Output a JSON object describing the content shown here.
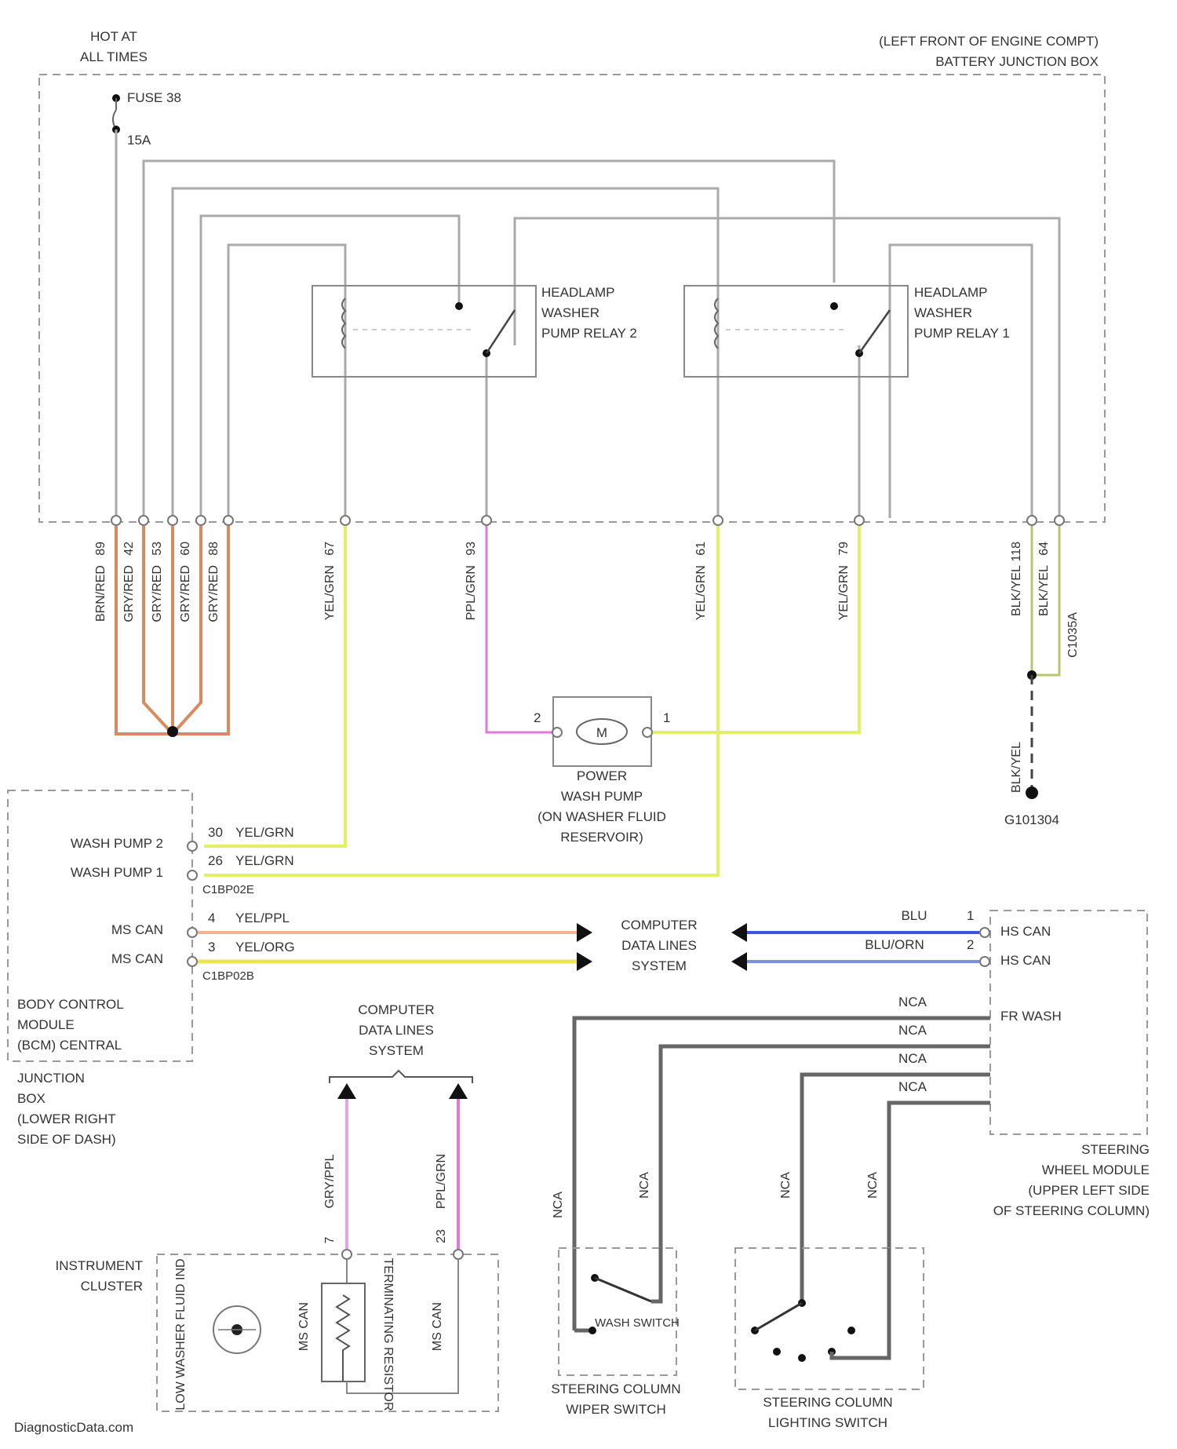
{
  "labels": {
    "hot_at": "HOT AT",
    "all_times": "ALL TIMES",
    "fuse": "FUSE 38",
    "fuse_rating": "15A",
    "bjb_line1": "(LEFT FRONT OF ENGINE COMPT)",
    "bjb_line2": "BATTERY JUNCTION BOX",
    "relay2_line1": "HEADLAMP",
    "relay2_line2": "WASHER",
    "relay2_line3": "PUMP RELAY 2",
    "relay1_line1": "HEADLAMP",
    "relay1_line2": "WASHER",
    "relay1_line3": "PUMP RELAY 1",
    "pump_line1": "POWER",
    "pump_line2": "WASH PUMP",
    "pump_line3": "(ON WASHER FLUID",
    "pump_line4": "RESERVOIR)",
    "pump_pin_left": "2",
    "pump_pin_right": "1",
    "motor": "M",
    "ground": "G101304",
    "bcm_wash2": "WASH PUMP 2",
    "bcm_wash1": "WASH PUMP 1",
    "bcm_ms1": "MS CAN",
    "bcm_ms2": "MS CAN",
    "bcm_pin_wash2": "30",
    "bcm_wire_wash2": "YEL/GRN",
    "bcm_pin_wash1": "26",
    "bcm_wire_wash1": "YEL/GRN",
    "bcm_conn1": "C1BP02E",
    "bcm_pin_ms1": "4",
    "bcm_wire_ms1": "YEL/PPL",
    "bcm_pin_ms2": "3",
    "bcm_wire_ms2": "YEL/ORG",
    "bcm_conn2": "C1BP02B",
    "bcm_line1": "BODY CONTROL",
    "bcm_line2": "MODULE",
    "bcm_line3": "(BCM) CENTRAL",
    "bcm_line4": "JUNCTION",
    "bcm_line5": "BOX",
    "bcm_line6": "(LOWER RIGHT",
    "bcm_line7": "SIDE OF DASH)",
    "cdl_line1": "COMPUTER",
    "cdl_line2": "DATA LINES",
    "cdl_line3": "SYSTEM",
    "swm_wire_hs1": "BLU",
    "swm_wire_hs2": "BLU/ORN",
    "swm_pin1": "1",
    "swm_pin2": "2",
    "swm_hs1": "HS CAN",
    "swm_hs2": "HS CAN",
    "swm_frwash": "FR WASH",
    "nca1": "NCA",
    "nca2": "NCA",
    "nca3": "NCA",
    "nca4": "NCA",
    "swm_line1": "STEERING",
    "swm_line2": "WHEEL MODULE",
    "swm_line3": "(UPPER LEFT SIDE",
    "swm_line4": "OF STEERING COLUMN)",
    "cdl2_line1": "COMPUTER",
    "cdl2_line2": "DATA LINES",
    "cdl2_line3": "SYSTEM",
    "ic_line1": "INSTRUMENT",
    "ic_line2": "CLUSTER",
    "ic_wire1": "GRY/PPL",
    "ic_wire2": "PPL/GRN",
    "ic_pin1": "7",
    "ic_pin2": "23",
    "ic_lamp": "LOW WASHER FLUID IND",
    "ic_mscan1": "MS CAN",
    "ic_resistor": "TERMINATING RESISTOR",
    "ic_mscan2": "MS CAN",
    "sw_nca1": "NCA",
    "sw_nca2": "NCA",
    "sw_nca3": "NCA",
    "sw_nca4": "NCA",
    "wash_switch": "WASH SWITCH",
    "wiper_line1": "STEERING COLUMN",
    "wiper_line2": "WIPER SWITCH",
    "light_line1": "STEERING COLUMN",
    "light_line2": "LIGHTING SWITCH",
    "watermark": "DiagnosticData.com"
  },
  "connectors": [
    {
      "pin": "89",
      "wire": "BRN/RED"
    },
    {
      "pin": "42",
      "wire": "GRY/RED"
    },
    {
      "pin": "53",
      "wire": "GRY/RED"
    },
    {
      "pin": "60",
      "wire": "GRY/RED"
    },
    {
      "pin": "88",
      "wire": "GRY/RED"
    },
    {
      "pin": "67",
      "wire": "YEL/GRN"
    },
    {
      "pin": "93",
      "wire": "PPL/GRN"
    },
    {
      "pin": "61",
      "wire": "YEL/GRN"
    },
    {
      "pin": "79",
      "wire": "YEL/GRN"
    },
    {
      "pin": "118",
      "wire": "BLK/YEL"
    },
    {
      "pin": "64",
      "wire": "BLK/YEL"
    },
    {
      "pin": "",
      "wire": "C1035A"
    },
    {
      "pin": "",
      "wire": "BLK/YEL"
    }
  ],
  "colors": {
    "orange": "#d98a5e",
    "yellow_green": "#e3f063",
    "pink": "#e07ad9",
    "blue": "#3b55e0",
    "dark_gray": "#666666"
  }
}
